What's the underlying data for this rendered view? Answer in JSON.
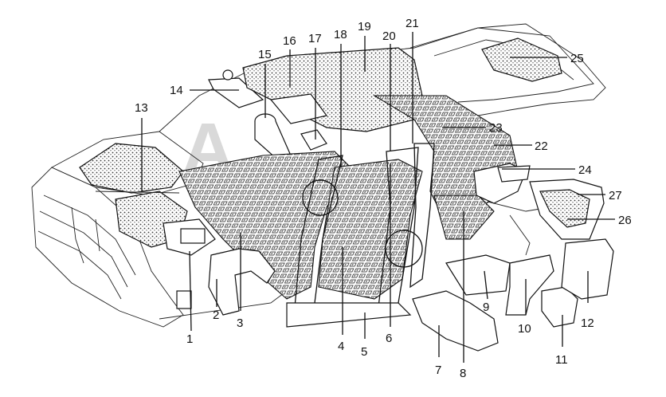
{
  "diagram": {
    "watermark": "A",
    "callouts": [
      {
        "id": "1",
        "label": "1"
      },
      {
        "id": "2",
        "label": "2"
      },
      {
        "id": "3",
        "label": "3"
      },
      {
        "id": "4",
        "label": "4"
      },
      {
        "id": "5",
        "label": "5"
      },
      {
        "id": "6",
        "label": "6"
      },
      {
        "id": "7",
        "label": "7"
      },
      {
        "id": "8",
        "label": "8"
      },
      {
        "id": "9",
        "label": "9"
      },
      {
        "id": "10",
        "label": "10"
      },
      {
        "id": "11",
        "label": "11"
      },
      {
        "id": "12",
        "label": "12"
      },
      {
        "id": "13",
        "label": "13"
      },
      {
        "id": "14",
        "label": "14"
      },
      {
        "id": "15",
        "label": "15"
      },
      {
        "id": "16",
        "label": "16"
      },
      {
        "id": "17",
        "label": "17"
      },
      {
        "id": "18",
        "label": "18"
      },
      {
        "id": "19",
        "label": "19"
      },
      {
        "id": "20",
        "label": "20"
      },
      {
        "id": "21",
        "label": "21"
      },
      {
        "id": "22",
        "label": "22"
      },
      {
        "id": "23",
        "label": "23"
      },
      {
        "id": "24",
        "label": "24"
      },
      {
        "id": "25",
        "label": "25"
      },
      {
        "id": "26",
        "label": "26"
      },
      {
        "id": "27",
        "label": "27"
      }
    ]
  }
}
